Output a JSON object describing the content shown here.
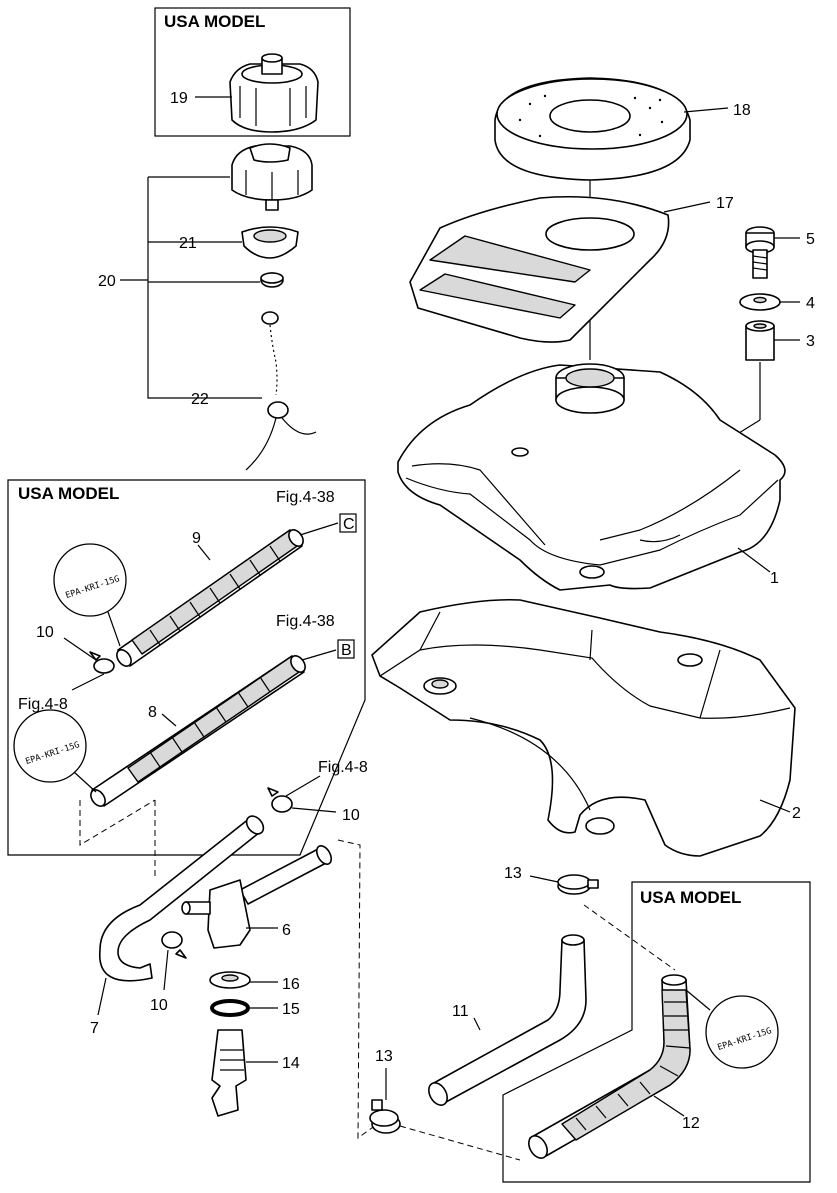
{
  "boxes": {
    "cap_box_title": "USA MODEL",
    "hose_box_title": "USA MODEL",
    "return_box_title": "USA MODEL"
  },
  "callouts": {
    "c1": "1",
    "c2": "2",
    "c3": "3",
    "c4": "4",
    "c5": "5",
    "c6": "6",
    "c7": "7",
    "c8": "8",
    "c9": "9",
    "c10a": "10",
    "c10b": "10",
    "c10c": "10",
    "c11": "11",
    "c12": "12",
    "c13a": "13",
    "c13b": "13",
    "c14": "14",
    "c15": "15",
    "c16": "16",
    "c17": "17",
    "c18": "18",
    "c19": "19",
    "c20": "20",
    "c21": "21",
    "c22": "22"
  },
  "refs": {
    "fig438_c": "Fig.4-38",
    "fig438_b": "Fig.4-38",
    "fig48_a": "Fig.4-8",
    "fig48_b": "Fig.4-8",
    "letter_c": "C",
    "letter_b": "B"
  },
  "stamps": {
    "s1": "EPA-KRI-15G",
    "s2": "EPA-KRI-15G",
    "s3": "EPA-KRI-15G"
  }
}
